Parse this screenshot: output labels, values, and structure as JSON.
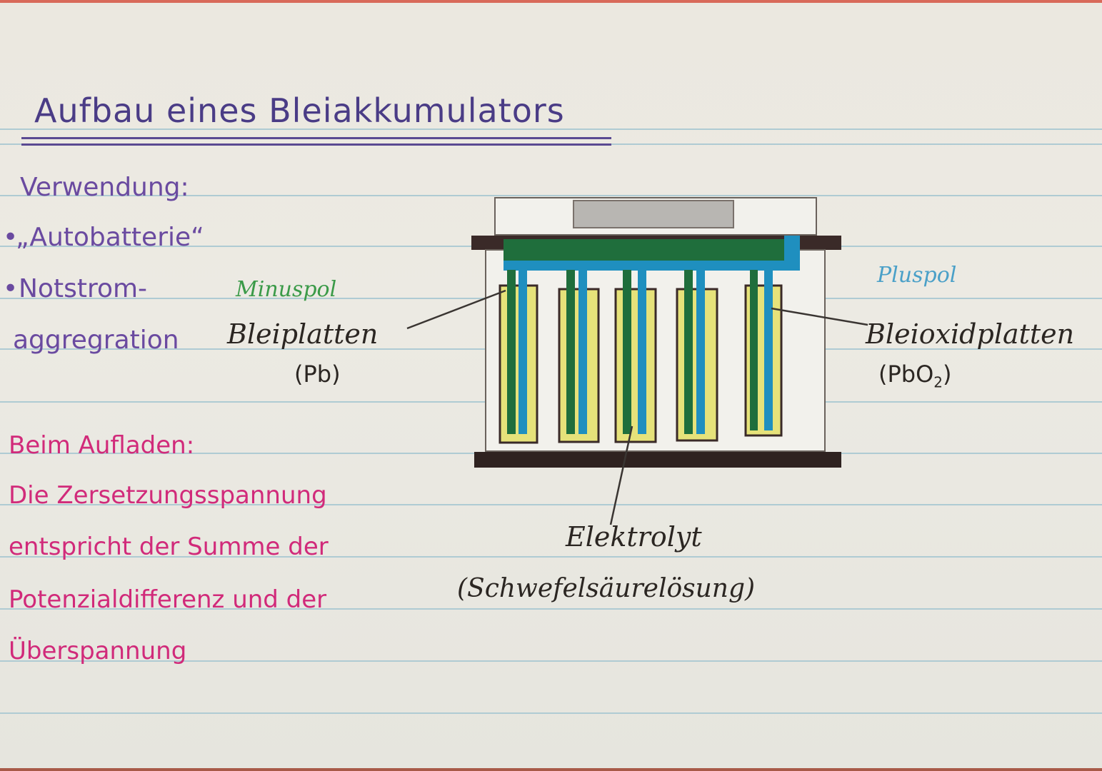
{
  "card": {
    "title": "Aufbau eines Bleiakkumulators",
    "usage": {
      "heading": "Verwendung:",
      "items": [
        "„Autobatterie“",
        "Notstrom-",
        "aggregration"
      ]
    },
    "charging": {
      "heading": "Beim Aufladen:",
      "lines": [
        "Die Zersetzungsspannung",
        "entspricht der Summe der",
        "Potenzialdifferenz und der",
        "Überspannung"
      ]
    },
    "diagram": {
      "left_label": {
        "pole": "Minuspol",
        "name": "Bleiplatten",
        "formula": "(Pb)"
      },
      "right_label": {
        "pole": "Pluspol",
        "name": "Bleioxidplatten",
        "formula_main": "(PbO",
        "formula_sub": "2",
        "formula_close": ")"
      },
      "bottom_label": {
        "name": "Elektrolyt",
        "detail": "(Schwefelsäurelösung)"
      },
      "cell_count": 5
    },
    "colors": {
      "title": "#4a3c86",
      "usage": "#6a4aa0",
      "charging": "#d12a7a",
      "minus_electrode": "#1f6e3c",
      "plus_electrode": "#1f8fbf",
      "electrolyte": "#e6e27a",
      "rules": "#a9c8d2"
    }
  }
}
